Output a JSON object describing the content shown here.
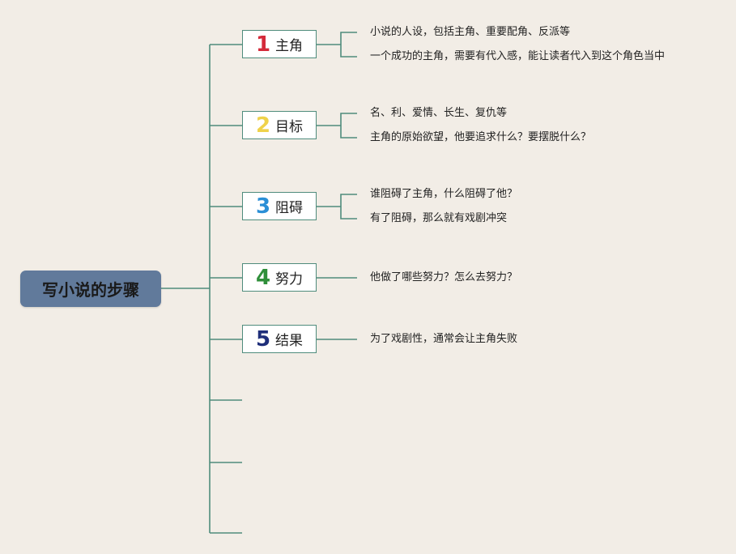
{
  "root": {
    "label": "写小说的步骤"
  },
  "steps": [
    {
      "number": "1",
      "label": "主角",
      "color": "#d42a3a",
      "details": [
        "小说的人设，包括主角、重要配角、反派等",
        "一个成功的主角，需要有代入感，能让读者代入到这个角色当中"
      ]
    },
    {
      "number": "2",
      "label": "目标",
      "color": "#efd24a",
      "details": [
        "名、利、爱情、长生、复仇等",
        "主角的原始欲望，他要追求什么？要摆脱什么？"
      ]
    },
    {
      "number": "3",
      "label": "阻碍",
      "color": "#2b8fd6",
      "details": [
        "谁阻碍了主角，什么阻碍了他？",
        "有了阻碍，那么就有戏剧冲突"
      ]
    },
    {
      "number": "4",
      "label": "努力",
      "color": "#2f8f3a",
      "details": [
        "他做了哪些努力？怎么去努力？"
      ]
    },
    {
      "number": "5",
      "label": "结果",
      "color": "#1f2f7a",
      "details": [
        "为了戏剧性，通常会让主角失败"
      ]
    }
  ],
  "empty_branches": 3,
  "colors": {
    "line": "#4f8c7c",
    "root_bg": "#617a9b",
    "background": "#f2ede6"
  }
}
